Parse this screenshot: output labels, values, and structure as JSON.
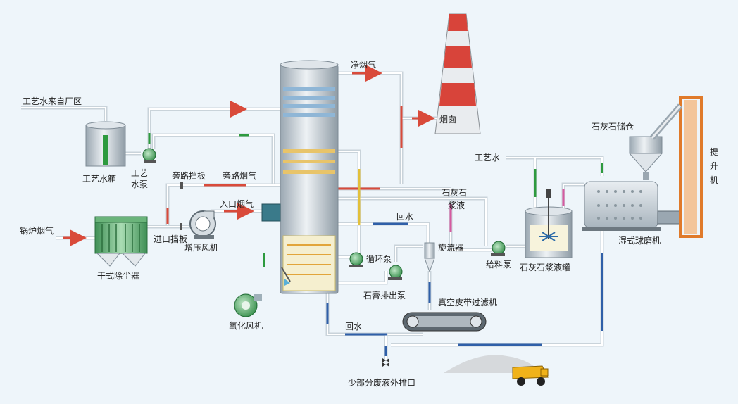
{
  "labels": {
    "process_water_source": "工艺水来自厂区",
    "process_water_tank": "工艺水箱",
    "process_water_pump": "工艺水泵",
    "process_water_pump_line1": "工艺",
    "process_water_pump_line2": "水泵",
    "bypass_damper": "旁路挡板",
    "bypass_flue_gas": "旁路烟气",
    "clean_flue_gas": "净烟气",
    "chimney": "烟囱",
    "boiler_flue_gas": "锅炉烟气",
    "dry_dust_collector": "干式除尘器",
    "inlet_damper": "进口挡板",
    "booster_fan": "增压风机",
    "inlet_flue_gas": "入口烟气",
    "oxidation_fan": "氧化风机",
    "circulation_pump": "循环泵",
    "return_water_1": "回水",
    "return_water_2": "回水",
    "hydrocyclone": "旋流器",
    "gypsum_discharge_pump": "石膏排出泵",
    "vacuum_belt_filter": "真空皮带过滤机",
    "limestone_slurry_line1": "石灰石",
    "limestone_slurry_line2": "浆液",
    "feed_pump": "给料泵",
    "limestone_slurry_tank": "石灰石浆液罐",
    "process_water_2": "工艺水",
    "limestone_silo": "石灰石储仓",
    "elevator_1": "提",
    "elevator_2": "升",
    "elevator_3": "机",
    "wet_ball_mill": "湿式球磨机",
    "waste_water_discharge": "少部分废液外排口"
  },
  "colors": {
    "background": "#eef5fa",
    "pipe": "#c9d3da",
    "flue_gas_arrow": "#d94a3a",
    "water_arrow": "#2d9a3e",
    "slurry_arrow": "#2f5fa8",
    "limestone_arrow": "#d65aa0",
    "chimney_red": "#d8443a",
    "chimney_white": "#e9ecef",
    "equipment_steel": "#c4ced6",
    "tank_green": "#58b46b",
    "elevator_orange": "#e07a2a"
  }
}
